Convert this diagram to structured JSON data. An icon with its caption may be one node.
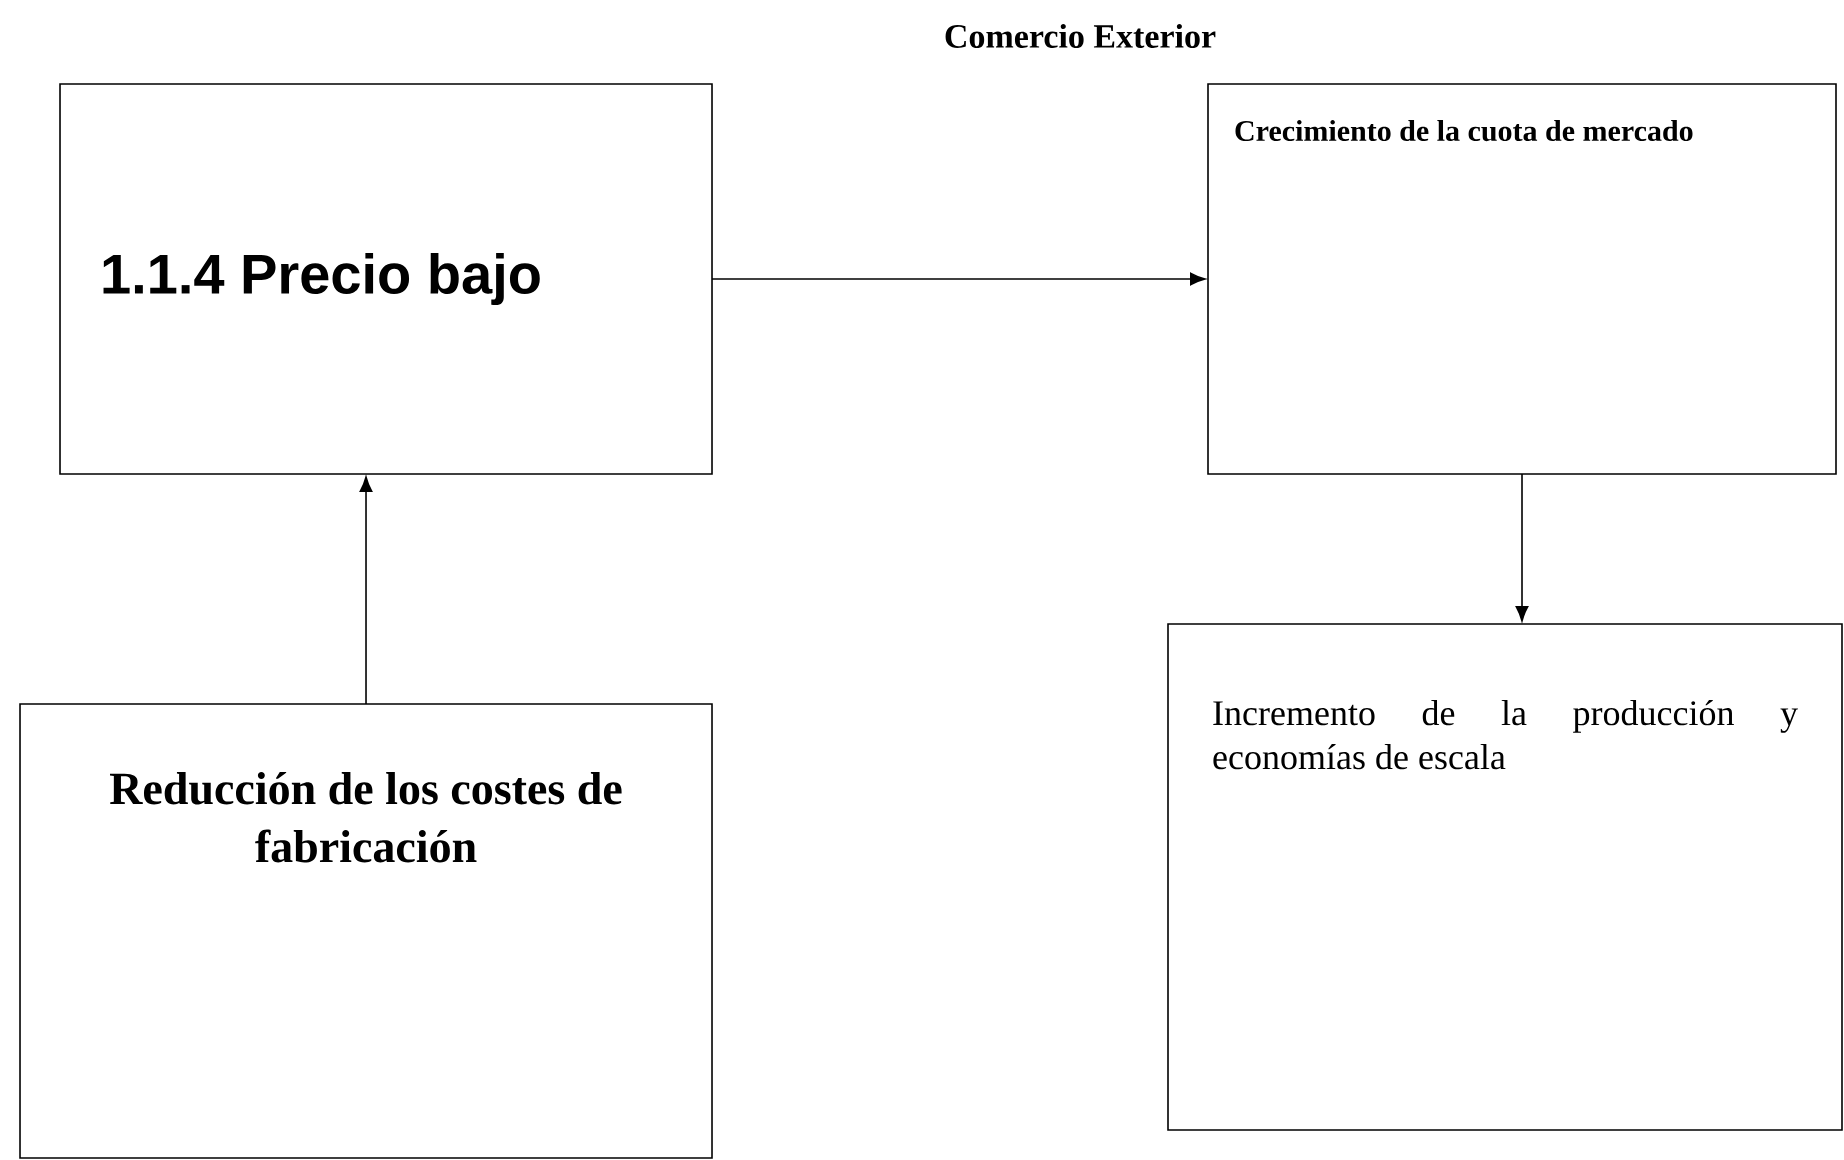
{
  "diagram": {
    "title": "Comercio Exterior",
    "nodes": [
      {
        "text": [
          "1.1.4  Precio bajo"
        ]
      },
      {
        "text": [
          "Crecimiento de la cuota de mercado"
        ]
      },
      {
        "text": [
          "Incremento de la producción y economías de escala"
        ]
      },
      {
        "text": [
          "Reducción de los costes de fabricación"
        ]
      }
    ],
    "edges": [
      {
        "from": 0,
        "to": 1,
        "arrow": "to"
      },
      {
        "from": 1,
        "to": 2,
        "arrow": "to"
      },
      {
        "from": 3,
        "to": 0,
        "arrow": "to"
      }
    ]
  }
}
